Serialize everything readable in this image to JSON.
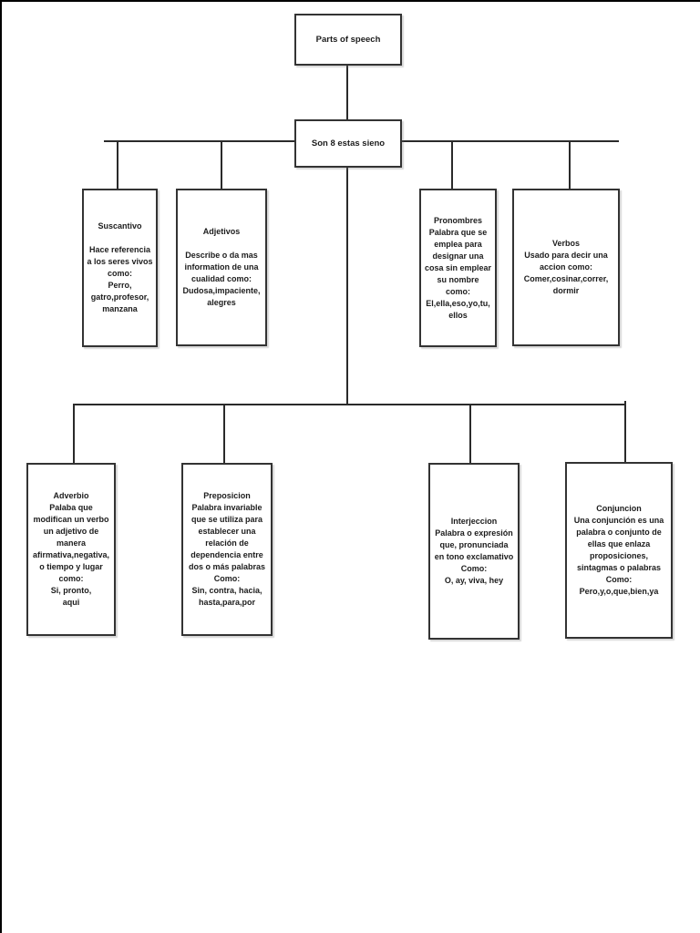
{
  "page_title": "Parts of speech",
  "colors": {
    "page_border": "#000000",
    "connector_line": "#2a2a2a",
    "box_border": "#333333",
    "text": "#1c1c1c",
    "background": "#ffffff"
  },
  "diagram": {
    "root": {
      "name": "parts-of-speech",
      "text": "Parts of speech"
    },
    "count_node": {
      "name": "son-8",
      "text": "Son 8 estas sieno"
    },
    "level1": [
      {
        "name": "sustantivo",
        "text": "Suscantivo\n\nHace referencia\na los seres vivos\ncomo:\nPerro,\ngatro,profesor,\nmanzana"
      },
      {
        "name": "adjetivos",
        "text": "Adjetivos\n\nDescribe o da mas\ninformation de una\ncualidad como:\nDudosa,impaciente,\nalegres"
      },
      {
        "name": "pronombres",
        "text": "Pronombres\nPalabra que se\nemplea para\ndesignar una\ncosa sin emplear\nsu nombre\ncomo:\nEl,ella,eso,yo,tu,\nellos"
      },
      {
        "name": "verbos",
        "text": "Verbos\nUsado para decir una\naccion como:\nComer,cosinar,correr,\ndormir"
      }
    ],
    "level2": [
      {
        "name": "adverbio",
        "text": "Adverbio\nPalaba que\nmodifican un verbo\nun adjetivo de\nmanera\nafirmativa,negativa,\no tiempo y lugar\ncomo:\nSi, pronto,\naqui"
      },
      {
        "name": "preposicion",
        "text": "Preposicion\nPalabra invariable\nque se utiliza para\nestablecer una\nrelación de\ndependencia entre\ndos o más palabras\nComo:\nSin, contra, hacia,\nhasta,para,por"
      },
      {
        "name": "interjeccion",
        "text": "Interjeccion\nPalabra o expresión\nque, pronunciada\nen tono exclamativo\nComo:\nO, ay, viva, hey"
      },
      {
        "name": "conjuncion",
        "text": "Conjuncion\nUna conjunción es una\npalabra o conjunto de\nellas que enlaza\nproposiciones,\nsintagmas o palabras\nComo:\nPero,y,o,que,bien,ya"
      }
    ]
  }
}
